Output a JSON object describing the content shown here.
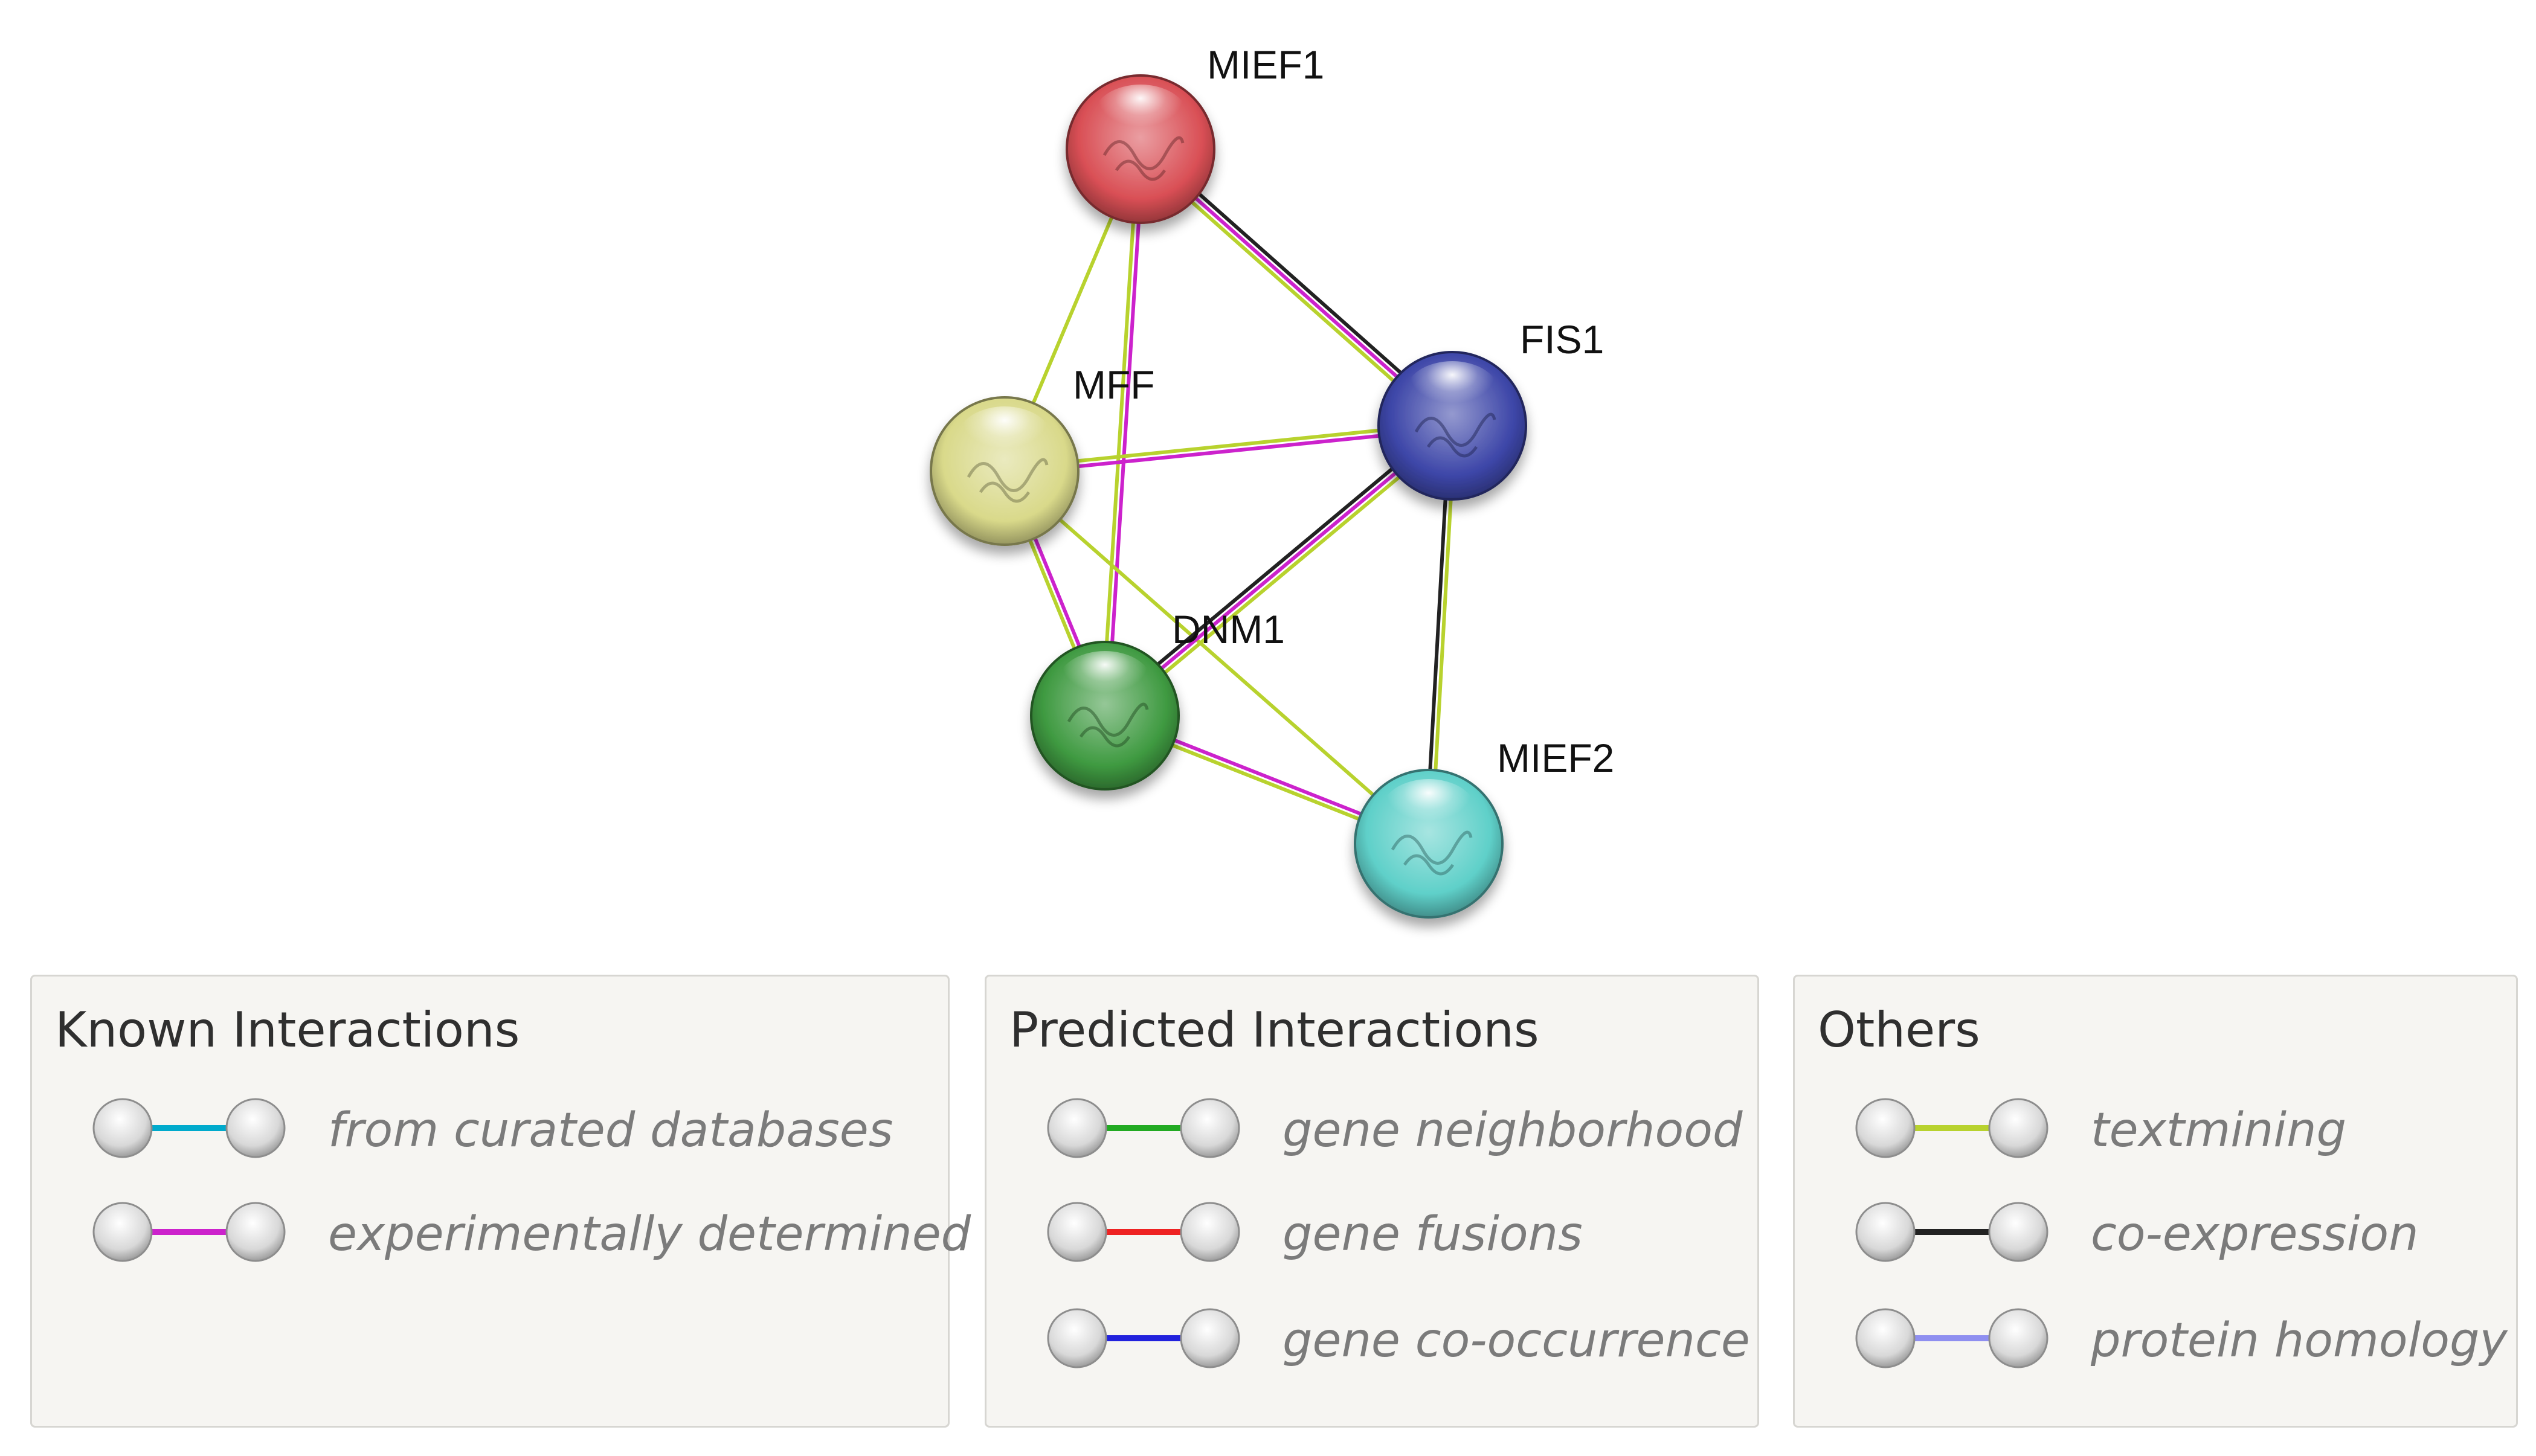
{
  "network": {
    "nodes": [
      {
        "id": "MIEF1",
        "label": "MIEF1",
        "color": "#d94f55"
      },
      {
        "id": "FIS1",
        "label": "FIS1",
        "color": "#3d46a8"
      },
      {
        "id": "MFF",
        "label": "MFF",
        "color": "#d9d98a"
      },
      {
        "id": "DNM1",
        "label": "DNM1",
        "color": "#3f9a41"
      },
      {
        "id": "MIEF2",
        "label": "MIEF2",
        "color": "#5fd0c9"
      }
    ],
    "edges": [
      {
        "source": "MIEF1",
        "target": "FIS1",
        "types": [
          "coexpression",
          "experimental",
          "textmining"
        ]
      },
      {
        "source": "MIEF1",
        "target": "MFF",
        "types": [
          "textmining"
        ]
      },
      {
        "source": "MIEF1",
        "target": "DNM1",
        "types": [
          "experimental",
          "textmining"
        ]
      },
      {
        "source": "MFF",
        "target": "FIS1",
        "types": [
          "textmining",
          "experimental"
        ]
      },
      {
        "source": "MFF",
        "target": "DNM1",
        "types": [
          "experimental",
          "textmining"
        ]
      },
      {
        "source": "MFF",
        "target": "MIEF2",
        "types": [
          "textmining"
        ]
      },
      {
        "source": "FIS1",
        "target": "DNM1",
        "types": [
          "textmining",
          "experimental",
          "coexpression"
        ]
      },
      {
        "source": "FIS1",
        "target": "MIEF2",
        "types": [
          "textmining",
          "coexpression"
        ]
      },
      {
        "source": "DNM1",
        "target": "MIEF2",
        "types": [
          "experimental",
          "textmining"
        ]
      }
    ]
  },
  "edge_colors": {
    "curated": "#00aacc",
    "experimental": "#cc22cc",
    "neighborhood": "#22aa22",
    "fusion": "#ee2222",
    "cooccurrence": "#2222dd",
    "textmining": "#b8d22e",
    "coexpression": "#222222",
    "homology": "#8f8ff0"
  },
  "legend": {
    "known": {
      "title": "Known Interactions",
      "items": [
        {
          "label": "from curated databases",
          "type": "curated"
        },
        {
          "label": "experimentally determined",
          "type": "experimental"
        }
      ]
    },
    "predicted": {
      "title": "Predicted Interactions",
      "items": [
        {
          "label": "gene neighborhood",
          "type": "neighborhood"
        },
        {
          "label": "gene fusions",
          "type": "fusion"
        },
        {
          "label": "gene co-occurrence",
          "type": "cooccurrence"
        }
      ]
    },
    "others": {
      "title": "Others",
      "items": [
        {
          "label": "textmining",
          "type": "textmining"
        },
        {
          "label": "co-expression",
          "type": "coexpression"
        },
        {
          "label": "protein homology",
          "type": "homology"
        }
      ]
    }
  }
}
